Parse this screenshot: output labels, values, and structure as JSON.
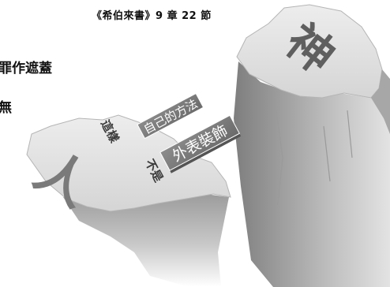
{
  "header": {
    "reference": "《希伯來書》9 章 22 節"
  },
  "left_text": {
    "line1": "罪作遮蓋",
    "line2": "無"
  },
  "left_cliff": {
    "label_this_way": "這樣",
    "label_own_method": "自己的方法",
    "label_not": "不是",
    "label_outward_dress": "外表裝飾",
    "symbol": "人"
  },
  "right_cliff": {
    "symbol": "神"
  },
  "colors": {
    "rock_light": "#e6e6e6",
    "rock_mid": "#c9c9c9",
    "rock_dark": "#8a8a8a",
    "label_fill": "#7a7a7a",
    "label_text": "#ffffff",
    "glyph_dark": "#5f5f5f"
  }
}
